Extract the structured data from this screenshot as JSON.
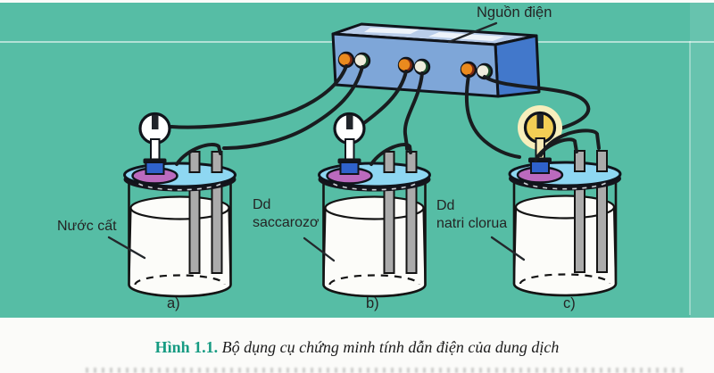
{
  "figure": {
    "labels": {
      "power": "Nguồn điện",
      "beaker_a": "Nước cất",
      "beaker_b": [
        "Dd",
        "saccarozơ"
      ],
      "beaker_c": [
        "Dd",
        "natri clorua"
      ],
      "sub_a": "a)",
      "sub_b": "b)",
      "sub_c": "c)"
    },
    "caption": {
      "number": "Hình 1.1.",
      "text": "Bộ dụng cụ chứng minh tính dẫn điện của dung dịch"
    }
  },
  "colors": {
    "bg": "#56bda5",
    "boxTop": "#b9cdea",
    "boxFront": "#7ea6d8",
    "boxSide": "#4278cb",
    "lid": "#8ed7f2",
    "socketRing": "#bb6abe",
    "socketBox": "#2f62cc",
    "electrode": "#ababab",
    "liquid": "#fcfcf9",
    "wire": "#191c1f",
    "outline": "#10141b",
    "terminalOrange": "#ea8a1e",
    "terminalWhite": "#efecdc",
    "bulbOff": "#ffffff",
    "bulbLit": "#f3ce55",
    "bulbGlow": "#f7eebc",
    "stemLit": "#f6e9b4",
    "captionAccent": "#169b82",
    "text": "#242424"
  }
}
